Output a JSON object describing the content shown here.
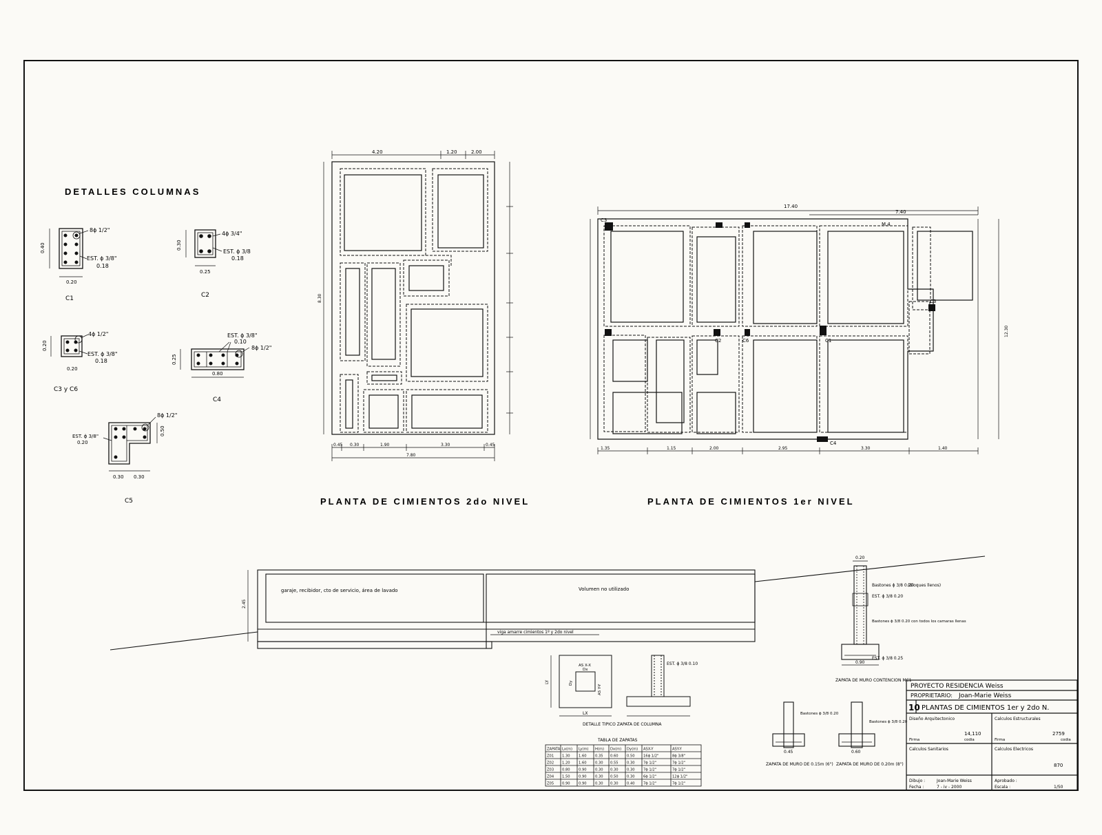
{
  "details_title": "DETALLES COLUMNAS",
  "columns": {
    "c1": {
      "name": "C1",
      "bar": "8ϕ 1/2\"",
      "stirrup": "EST. ϕ 3/8\"",
      "stirrup_spacing": "0.18",
      "dim_w": "0.20",
      "dim_h": "0.40"
    },
    "c2": {
      "name": "C2",
      "bar": "4ϕ 3/4\"",
      "stirrup": "EST. ϕ 3/8",
      "stirrup_spacing": "0.18",
      "dim_w": "0.25",
      "dim_h": "0.30"
    },
    "c3": {
      "name": "C3 y C6",
      "bar": "4ϕ 1/2\"",
      "stirrup": "EST. ϕ 3/8\"",
      "stirrup_spacing": "0.18",
      "dim_w": "0.20",
      "dim_h": "0.20"
    },
    "c4": {
      "name": "C4",
      "bar": "8ϕ 1/2\"",
      "stirrup": "EST. ϕ 3/8\"",
      "stirrup_spacing": "0.10",
      "dim_w": "0.80",
      "dim_h": "0.25"
    },
    "c5": {
      "name": "C5",
      "bar": "8ϕ 1/2\"",
      "stirrup": "EST. ϕ 3/8\"",
      "stirrup_spacing": "0.20",
      "dim_w1": "0.30",
      "dim_w2": "0.30",
      "dim_h": "0.50"
    }
  },
  "plan2": {
    "title": "PLANTA DE CIMIENTOS 2do NIVEL",
    "dims_top": [
      "4.20",
      "1.20",
      "2.00"
    ],
    "dims_bottom": [
      "0.45",
      "0.30",
      "1.90",
      "3.30",
      "0.45"
    ],
    "dim_total": "7.80",
    "dim_left": "8.30"
  },
  "plan1": {
    "title": "PLANTA DE CIMIENTOS 1er NIVEL",
    "dim_total": "17.40",
    "dim_top_right": "7.40",
    "dims_bottom": [
      "1.35",
      "1.15",
      "2.00",
      "2.95",
      "3.30",
      "1.40"
    ],
    "col_labels": [
      "C3",
      "C2",
      "C6",
      "C1",
      "C4",
      "C3"
    ],
    "note_ma": "M.4",
    "dim_right": "12.30"
  },
  "section": {
    "note_garage": "garaje, recibidor, cto de servicio, área de lavado",
    "note_void": "Volumen no utilizado",
    "note_beam": "viga amarre cimientos 1º y 2do nivel",
    "dim_height": "2.45"
  },
  "wall_detail": {
    "top_dim": "0.20",
    "notes": [
      "Bastones ϕ 3/8 0.20",
      "(Bloques llenos)",
      "EST. ϕ 3/8 0.20",
      "EST. ϕ 3/8 0.25",
      "Bastones ϕ 3/8 0.20 con todos los camaras llenas"
    ],
    "bottom_dim": "0.90",
    "caption": "ZAPATA DE MURO CONTENCION MC1"
  },
  "small_walls": [
    {
      "caption": "ZAPATA DE MURO DE 0.15m (6\")",
      "bottom_dim": "0.45",
      "note": "Bastones ϕ 3/8 0.20"
    },
    {
      "caption": "ZAPATA DE MURO DE 0.20m (8\")",
      "bottom_dim": "0.60",
      "note": "Bastones ϕ 3/8 0.20"
    }
  ],
  "footing_detail": {
    "caption": "DETALLE TIPICO ZAPATA DE COLUMNA",
    "labels": [
      "AS X-X",
      "LY",
      "LX",
      "Dx",
      "Dy",
      "AS Y-Y"
    ],
    "est": "EST. ϕ 3/8 0.10"
  },
  "footing_table": {
    "title": "TABLA DE ZAPATAS",
    "headers": [
      "ZAPATA",
      "Lx(m)",
      "Ly(m)",
      "H(m)",
      "Dx(m)",
      "Dy(m)",
      "ASX-Y",
      "ASY-Y"
    ],
    "rows": [
      [
        "Z01",
        "1.30",
        "1.60",
        "0.35",
        "0.60",
        "0.50",
        "16ϕ 1/2\"",
        "8ϕ 3/8\""
      ],
      [
        "Z02",
        "1.20",
        "1.60",
        "0.30",
        "0.55",
        "0.30",
        "7ϕ 1/2\"",
        "7ϕ 1/2\""
      ],
      [
        "Z03",
        "0.80",
        "0.90",
        "0.30",
        "0.30",
        "0.30",
        "7ϕ 1/2\"",
        "7ϕ 1/2\""
      ],
      [
        "Z04",
        "1.50",
        "0.90",
        "0.30",
        "0.50",
        "0.30",
        "6ϕ 1/2\"",
        "12ϕ 1/2\""
      ],
      [
        "Z05",
        "0.90",
        "0.90",
        "0.30",
        "0.30",
        "0.40",
        "7ϕ 1/2\"",
        "7ϕ 1/2\""
      ]
    ]
  },
  "title_block": {
    "project": "PROYECTO RESIDENCIA Weiss",
    "owner_label": "PROPRIETARIO:",
    "owner": "Joan-Marie Weiss",
    "sheet_number": "10",
    "sheet_title": "PLANTAS DE CIMIENTOS 1er y 2do N.",
    "cells": [
      "Diseño Arquitectonico",
      "Calculos Estructurales",
      "Calculos Sanitarios",
      "Calculos Electricos"
    ],
    "sublabels": [
      "Firma",
      "codia",
      "Firma",
      "codia"
    ],
    "codes": [
      "14,110",
      "2759",
      "870"
    ],
    "drawn_label": "Dibujo :",
    "drawn_by": "Joan-Marie Weiss",
    "date_label": "Fecha :",
    "date": "7 - iv - 2000",
    "approved_label": "Aprobado :",
    "scale_label": "Escala :",
    "scale": "1/50"
  }
}
